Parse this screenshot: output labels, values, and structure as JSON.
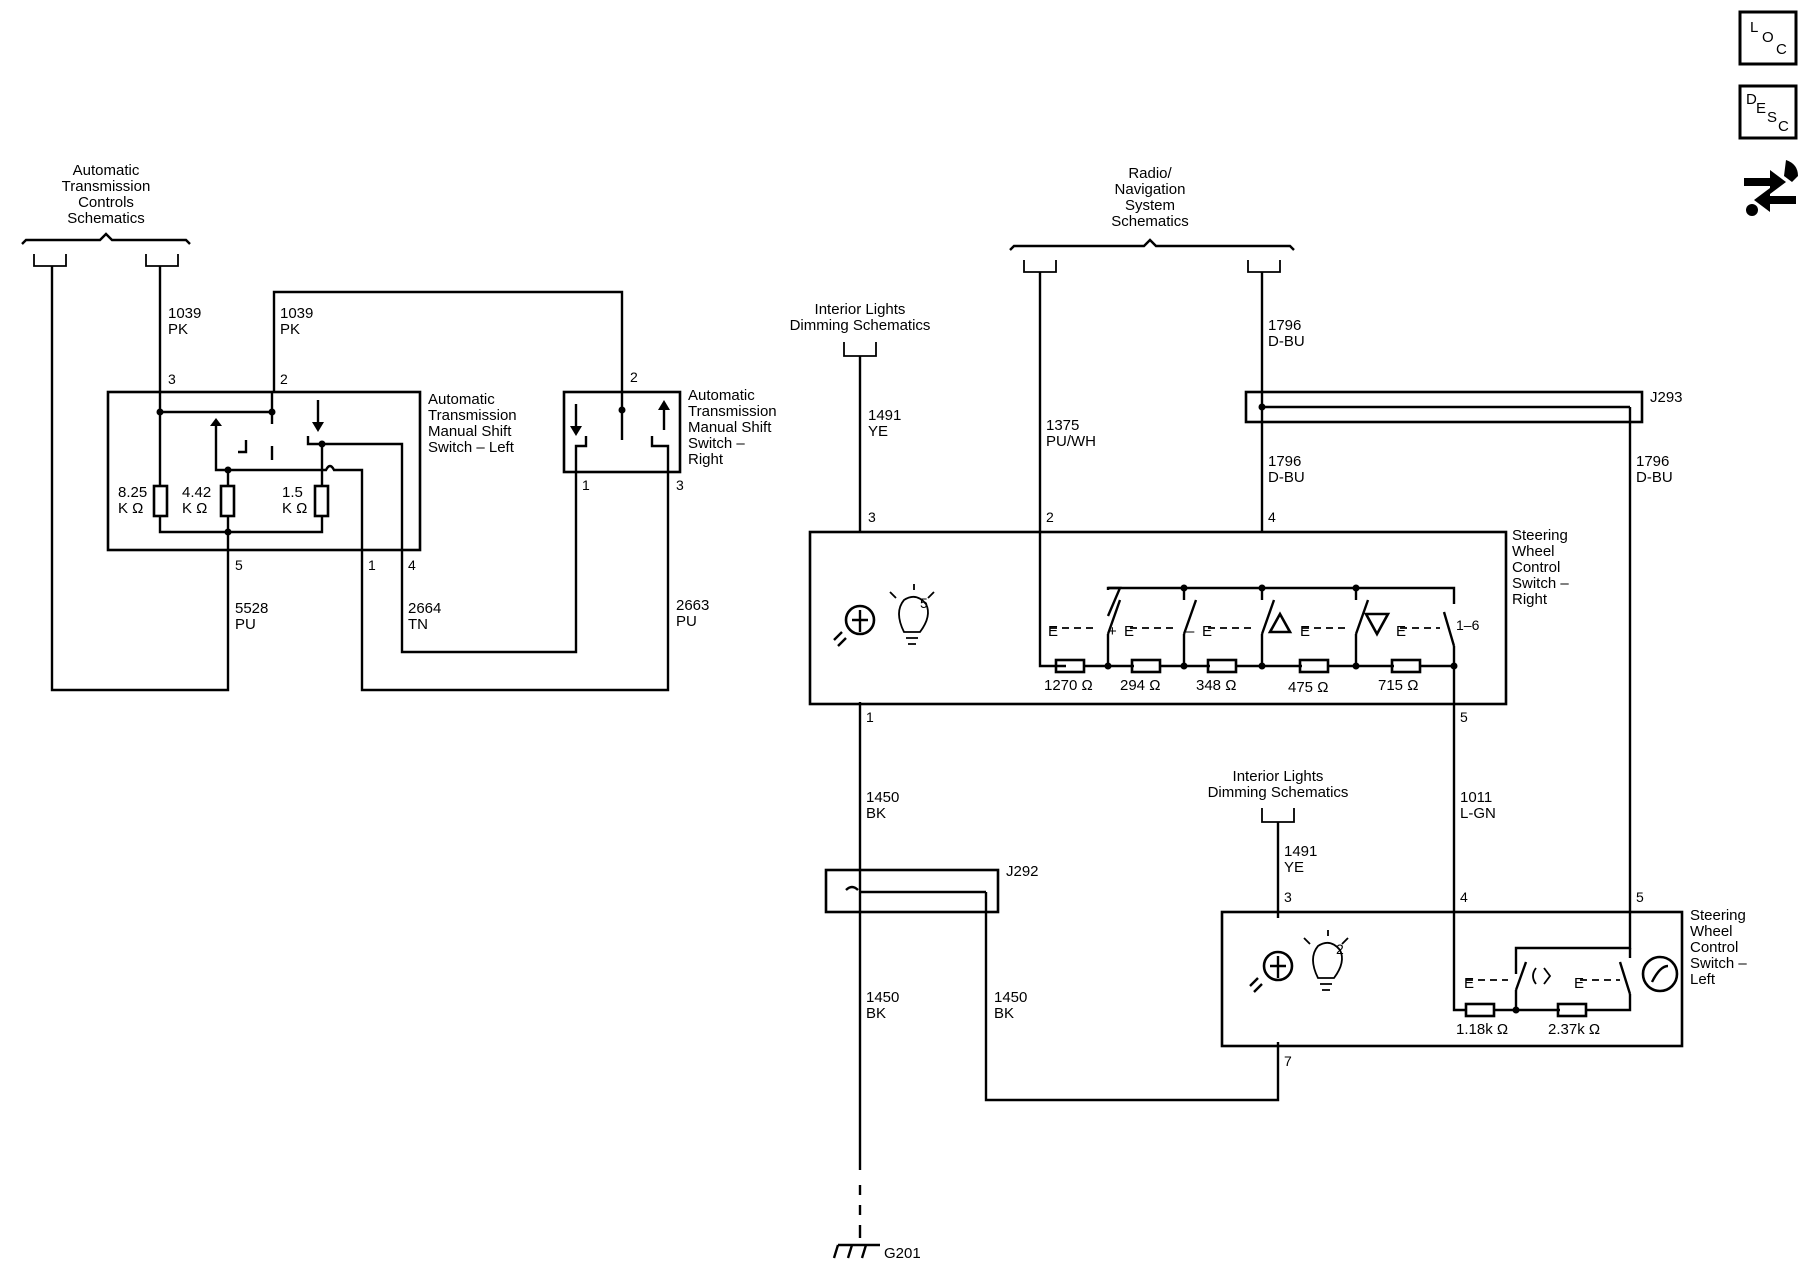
{
  "refs": {
    "trans_controls": [
      "Automatic",
      "Transmission",
      "Controls",
      "Schematics"
    ],
    "radio_nav": [
      "Radio/",
      "Navigation",
      "System",
      "Schematics"
    ],
    "dimming_1": [
      "Interior Lights",
      "Dimming Schematics"
    ],
    "dimming_2": [
      "Interior Lights",
      "Dimming Schematics"
    ]
  },
  "components": {
    "shift_left": [
      "Automatic",
      "Transmission",
      "Manual Shift",
      "Switch – Left"
    ],
    "shift_right": [
      "Automatic",
      "Transmission",
      "Manual Shift",
      "Switch –",
      "Right"
    ],
    "swc_right": [
      "Steering",
      "Wheel",
      "Control",
      "Switch –",
      "Right"
    ],
    "swc_left": [
      "Steering",
      "Wheel",
      "Control",
      "Switch –",
      "Left"
    ]
  },
  "wires": {
    "w1039_a": [
      "1039",
      "PK"
    ],
    "w1039_b": [
      "1039",
      "PK"
    ],
    "w5528": [
      "5528",
      "PU"
    ],
    "w2664": [
      "2664",
      "TN"
    ],
    "w2663": [
      "2663",
      "PU"
    ],
    "w1491_a": [
      "1491",
      "YE"
    ],
    "w1375": [
      "1375",
      "PU/WH"
    ],
    "w1796_a": [
      "1796",
      "D-BU"
    ],
    "w1796_b": [
      "1796",
      "D-BU"
    ],
    "w1796_c": [
      "1796",
      "D-BU"
    ],
    "w1450_a": [
      "1450",
      "BK"
    ],
    "w1450_b": [
      "1450",
      "BK"
    ],
    "w1450_c": [
      "1450",
      "BK"
    ],
    "w1011": [
      "1011",
      "L-GN"
    ],
    "w1491_b": [
      "1491",
      "YE"
    ]
  },
  "pins": {
    "sl_3": "3",
    "sl_2": "2",
    "sl_5": "5",
    "sl_1": "1",
    "sl_4": "4",
    "sr_2": "2",
    "sr_1": "1",
    "sr_3": "3",
    "swr_3": "3",
    "swr_2": "2",
    "swr_4": "4",
    "swr_1": "1",
    "swr_5": "5",
    "swr_16": "1–6",
    "swl_3": "3",
    "swl_4": "4",
    "swl_5": "5",
    "swl_7": "7"
  },
  "resistors": {
    "r825": [
      "8.25",
      "K Ω"
    ],
    "r442": [
      "4.42",
      "K Ω"
    ],
    "r15": [
      "1.5",
      "K Ω"
    ],
    "r1270": "1270 Ω",
    "r294": "294 Ω",
    "r348": "348 Ω",
    "r475": "475 Ω",
    "r715": "715 Ω",
    "r118": "1.18k Ω",
    "r237": "2.37k Ω"
  },
  "switch_marks": {
    "e": "E",
    "plus": "+",
    "minus": "–"
  },
  "lamp_numbers": {
    "right": "5",
    "left": "2"
  },
  "splices": {
    "j293": "J293",
    "j292": "J292"
  },
  "ground": "G201",
  "side_icons": {
    "loc": [
      "L",
      "O",
      "C"
    ],
    "desc": [
      "D",
      "E",
      "S",
      "C"
    ],
    "tool": "tools-icon"
  }
}
